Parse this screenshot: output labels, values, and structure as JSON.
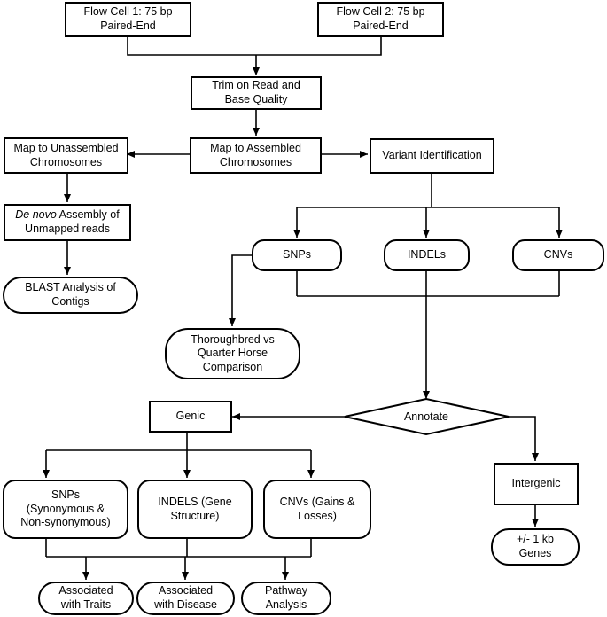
{
  "nodes": {
    "flow_cell_1": {
      "line1": "Flow Cell 1: 75 bp",
      "line2": "Paired-End"
    },
    "flow_cell_2": {
      "line1": "Flow Cell 2: 75 bp",
      "line2": "Paired-End"
    },
    "trim": {
      "line1": "Trim on Read and",
      "line2": "Base Quality"
    },
    "map_unassembled": {
      "line1": "Map to Unassembled",
      "line2": "Chromosomes"
    },
    "map_assembled": {
      "line1": "Map to Assembled",
      "line2": "Chromosomes"
    },
    "variant_identification": {
      "label": "Variant Identification"
    },
    "de_novo": {
      "italic": "De novo",
      "rest": " Assembly of",
      "line2": "Unmapped reads"
    },
    "blast": {
      "line1": "BLAST Analysis of",
      "line2": "Contigs"
    },
    "snps": {
      "label": "SNPs"
    },
    "indels": {
      "label": "INDELs"
    },
    "cnvs": {
      "label": "CNVs"
    },
    "thoroughbred": {
      "line1": "Thoroughbred vs",
      "line2": "Quarter Horse",
      "line3": "Comparison"
    },
    "annotate": {
      "label": "Annotate"
    },
    "genic": {
      "label": "Genic"
    },
    "intergenic": {
      "label": "Intergenic"
    },
    "genic_snps": {
      "line1": "SNPs",
      "line2": "(Synonymous &",
      "line3": "Non-synonymous)"
    },
    "genic_indels": {
      "line1": "INDELS (Gene",
      "line2": "Structure)"
    },
    "genic_cnvs": {
      "line1": "CNVs (Gains &",
      "line2": "Losses)"
    },
    "plus_minus_genes": {
      "line1": "+/- 1 kb",
      "line2": "Genes"
    },
    "traits": {
      "line1": "Associated",
      "line2": "with Traits"
    },
    "disease": {
      "line1": "Associated",
      "line2": "with Disease"
    },
    "pathway": {
      "line1": "Pathway",
      "line2": "Analysis"
    }
  }
}
